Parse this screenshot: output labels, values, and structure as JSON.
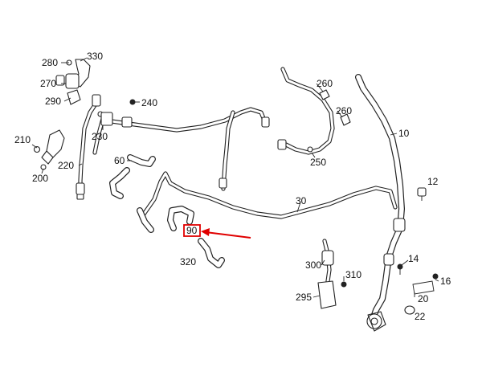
{
  "labels": {
    "l280": "280",
    "l330": "330",
    "l270": "270",
    "l290": "290",
    "l240": "240",
    "l230": "230",
    "l210": "210",
    "l200": "200",
    "l220": "220",
    "l60": "60",
    "l260a": "260",
    "l260b": "260",
    "l10": "10",
    "l250": "250",
    "l12": "12",
    "l30": "30",
    "l90": "90",
    "l320": "320",
    "l300": "300",
    "l310": "310",
    "l295": "295",
    "l14": "14",
    "l16": "16",
    "l20": "20",
    "l22": "22"
  },
  "highlight": {
    "part": "90",
    "box_color": "#e00000",
    "arrow_color": "#e00000"
  }
}
